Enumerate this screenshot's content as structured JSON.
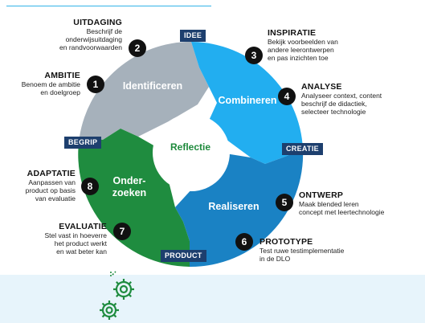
{
  "diagram": {
    "center": "Reflectie",
    "segments": {
      "identificeren": "Identificeren",
      "combineren": "Combineren",
      "realiseren": "Realiseren",
      "onderzoeken_1": "Onder-",
      "onderzoeken_2": "zoeken"
    },
    "phase_tags": {
      "idee": "IDEE",
      "creatie": "CREATIE",
      "product": "PRODUCT",
      "begrip": "BEGRIP"
    },
    "colors": {
      "identificeren": "#a6b1bb",
      "combineren": "#22aef0",
      "realiseren": "#1a82c4",
      "onderzoeken": "#1f8c3f",
      "center_text": "#1e8a3c",
      "tag": "#1d3f6e"
    }
  },
  "steps": [
    {
      "num": "1",
      "title": "AMBITIE",
      "desc_1": "Benoem de ambitie",
      "desc_2": "en doelgroep"
    },
    {
      "num": "2",
      "title": "UITDAGING",
      "desc_1": "Beschrijf de",
      "desc_2": "onderwijsuitdaging",
      "desc_3": "en randvoorwaarden"
    },
    {
      "num": "3",
      "title": "INSPIRATIE",
      "desc_1": "Bekijk voorbeelden van",
      "desc_2": "andere leerontwerpen",
      "desc_3": "en pas inzichten toe"
    },
    {
      "num": "4",
      "title": "ANALYSE",
      "desc_1": "Analyseer context, content",
      "desc_2": "beschrijf de didactiek,",
      "desc_3": "selecteer technologie"
    },
    {
      "num": "5",
      "title": "ONTWERP",
      "desc_1": "Maak blended leren",
      "desc_2": "concept met leertechnologie"
    },
    {
      "num": "6",
      "title": "PROTOTYPE",
      "desc_1": "Test ruwe testimplementatie",
      "desc_2": "in de DLO"
    },
    {
      "num": "7",
      "title": "EVALUATIE",
      "desc_1": "Stel vast in hoeverre",
      "desc_2": "het product werkt",
      "desc_3": "en wat beter kan"
    },
    {
      "num": "8",
      "title": "ADAPTATIE",
      "desc_1": "Aanpassen van",
      "desc_2": "product op basis",
      "desc_3": "van evaluatie"
    }
  ],
  "icons": [
    "gears-icon"
  ]
}
